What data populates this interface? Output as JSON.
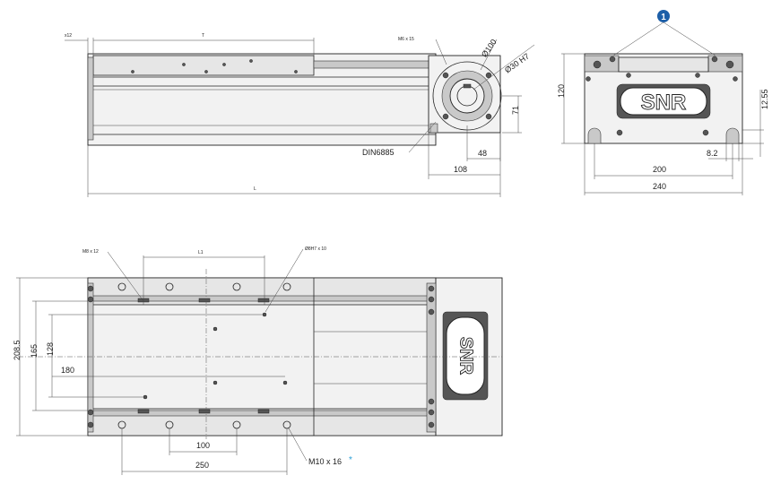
{
  "top_view": {
    "dim_x12": "x12",
    "dim_T": "T",
    "dim_L": "L",
    "label_m6": "M6 x 15",
    "label_dia100": "Ø100",
    "label_dia30": "Ø30 H7",
    "label_din": "DIN6885",
    "dim_48": "48",
    "dim_108": "108",
    "dim_71": "71"
  },
  "end_view": {
    "callout_number": "1",
    "dim_120": "120",
    "dim_12_55": "12.55",
    "dim_8_2": "8.2",
    "dim_200": "200",
    "dim_240": "240",
    "logo_text": "SNR"
  },
  "plan_view": {
    "label_m8": "M8 x 12",
    "dim_L1": "L1",
    "label_dowel": "Ø8H7 x 10",
    "dim_208_5": "208.5",
    "dim_165": "165",
    "dim_128": "128",
    "dim_180": "180",
    "dim_100": "100",
    "dim_250": "250",
    "label_m10": "M10 x 16",
    "star": "*",
    "logo_text": "SNR"
  }
}
